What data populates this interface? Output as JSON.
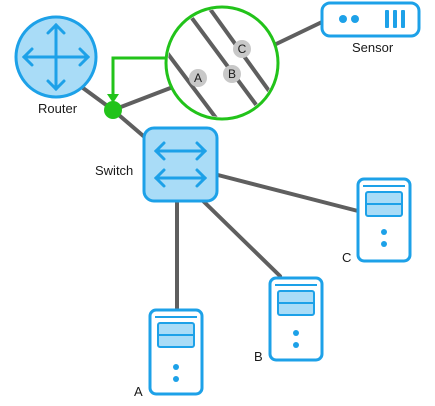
{
  "nodes": {
    "router": {
      "label": "Router"
    },
    "switch": {
      "label": "Switch"
    },
    "sensor": {
      "label": "Sensor"
    },
    "server_a": {
      "label": "A"
    },
    "server_b": {
      "label": "B"
    },
    "server_c": {
      "label": "C"
    }
  },
  "magnifier": {
    "badges": [
      "A",
      "B",
      "C"
    ]
  },
  "colors": {
    "device_fill": "#a9dcf7",
    "device_stroke": "#1da1e8",
    "device_accent": "#1da1e8",
    "link": "#5f5f5f",
    "highlight": "#22c31a",
    "badge": "#c8c8c8"
  }
}
